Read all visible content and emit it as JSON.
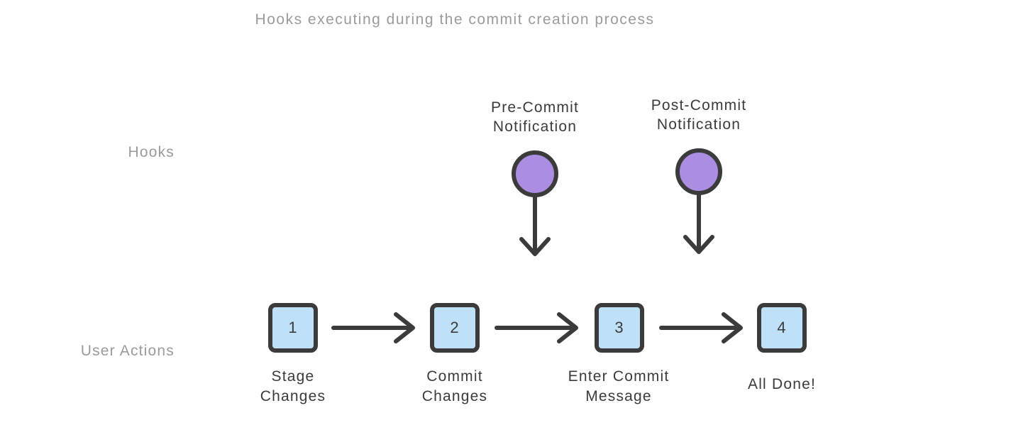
{
  "title": "Hooks executing during the commit creation process",
  "lanes": {
    "hooks": "Hooks",
    "user_actions": "User Actions"
  },
  "hooks": [
    {
      "label": "Pre-Commit\nNotification"
    },
    {
      "label": "Post-Commit\nNotification"
    }
  ],
  "steps": [
    {
      "number": "1",
      "label": "Stage\nChanges"
    },
    {
      "number": "2",
      "label": "Commit\nChanges"
    },
    {
      "number": "3",
      "label": "Enter Commit\nMessage"
    },
    {
      "number": "4",
      "label": "All Done!"
    }
  ],
  "colors": {
    "hook_fill": "#ab8ee2",
    "step_fill": "#bee1f9",
    "stroke_dark": "#3b3b3b",
    "label_gray": "#9b9b9b",
    "background": "#ffffff"
  }
}
